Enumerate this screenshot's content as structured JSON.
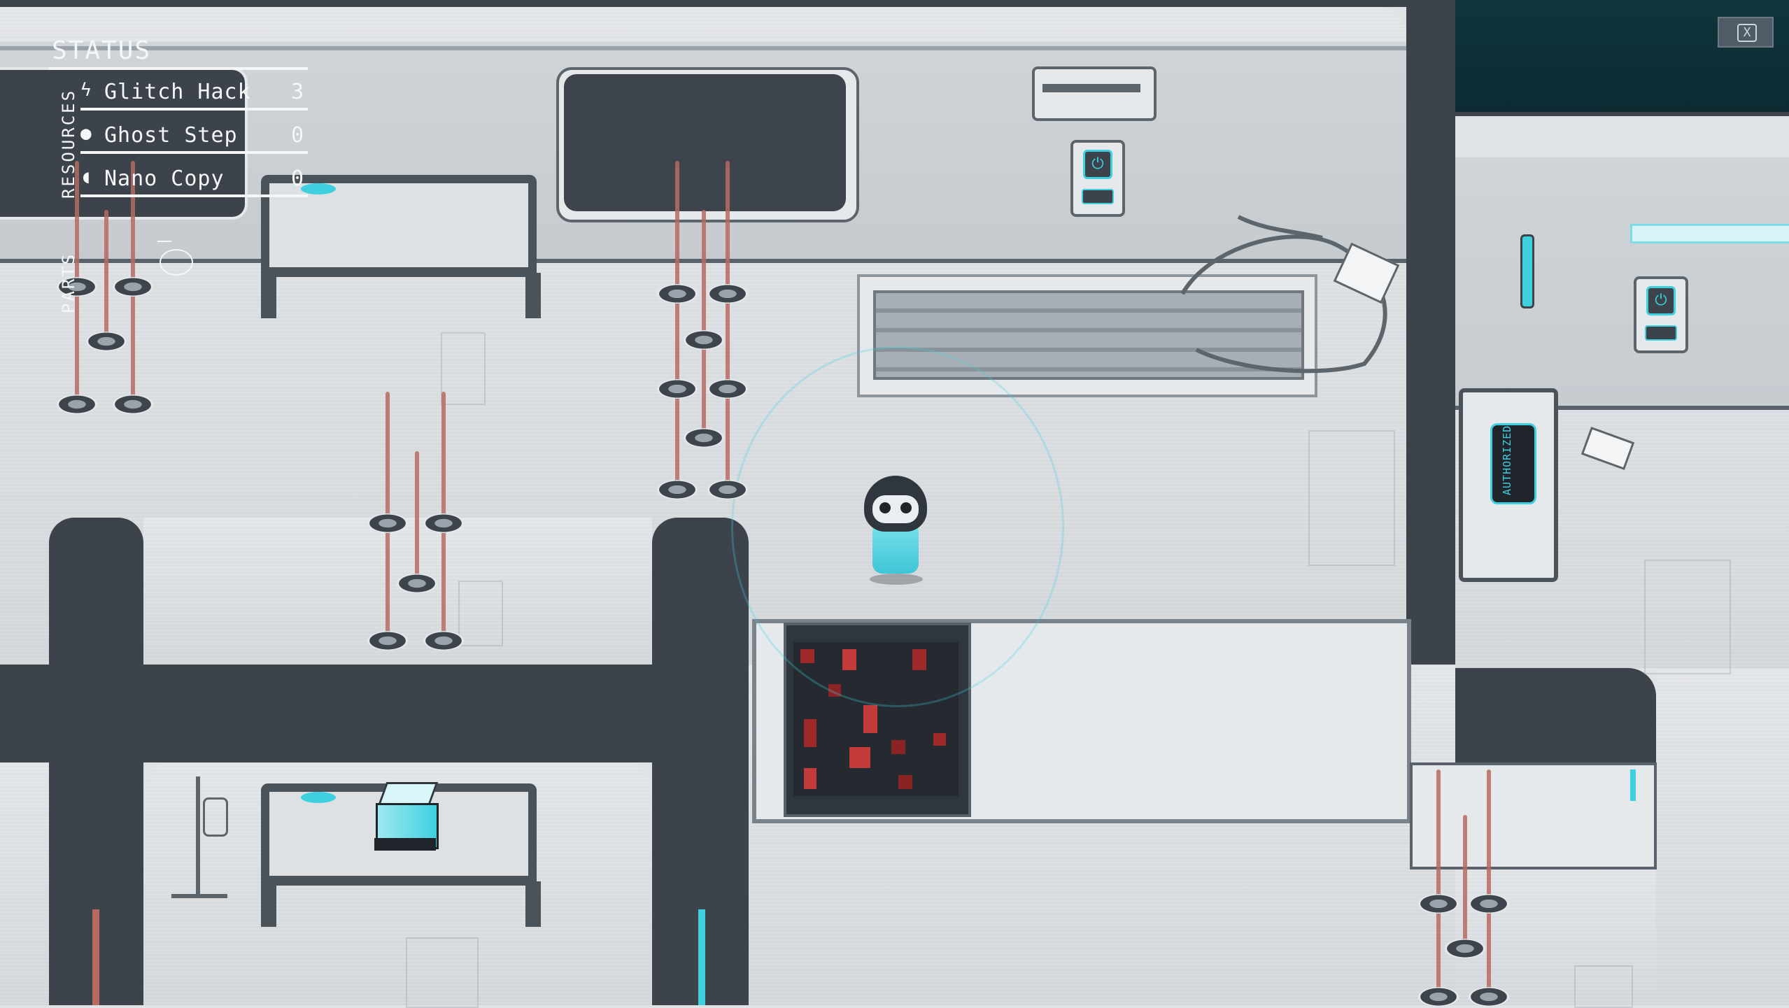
{
  "hud": {
    "title": "STATUS",
    "resources_label": "RESOURCES",
    "parts_label": "PARTS",
    "resources": [
      {
        "icon": "lightning-icon",
        "name": "Glitch Hack",
        "count": "3"
      },
      {
        "icon": "ghost-step-icon",
        "name": "Ghost Step",
        "count": "0"
      },
      {
        "icon": "nano-copy-icon",
        "name": "Nano Copy",
        "count": "0"
      }
    ]
  },
  "scene": {
    "terminal_sign": "AUTHORIZED"
  },
  "close_button": {
    "label": "X"
  },
  "colors": {
    "accent": "#3fd0e0",
    "floor": "#dfe3e6",
    "wall": "#3c434b",
    "laser": "#b86a62"
  }
}
